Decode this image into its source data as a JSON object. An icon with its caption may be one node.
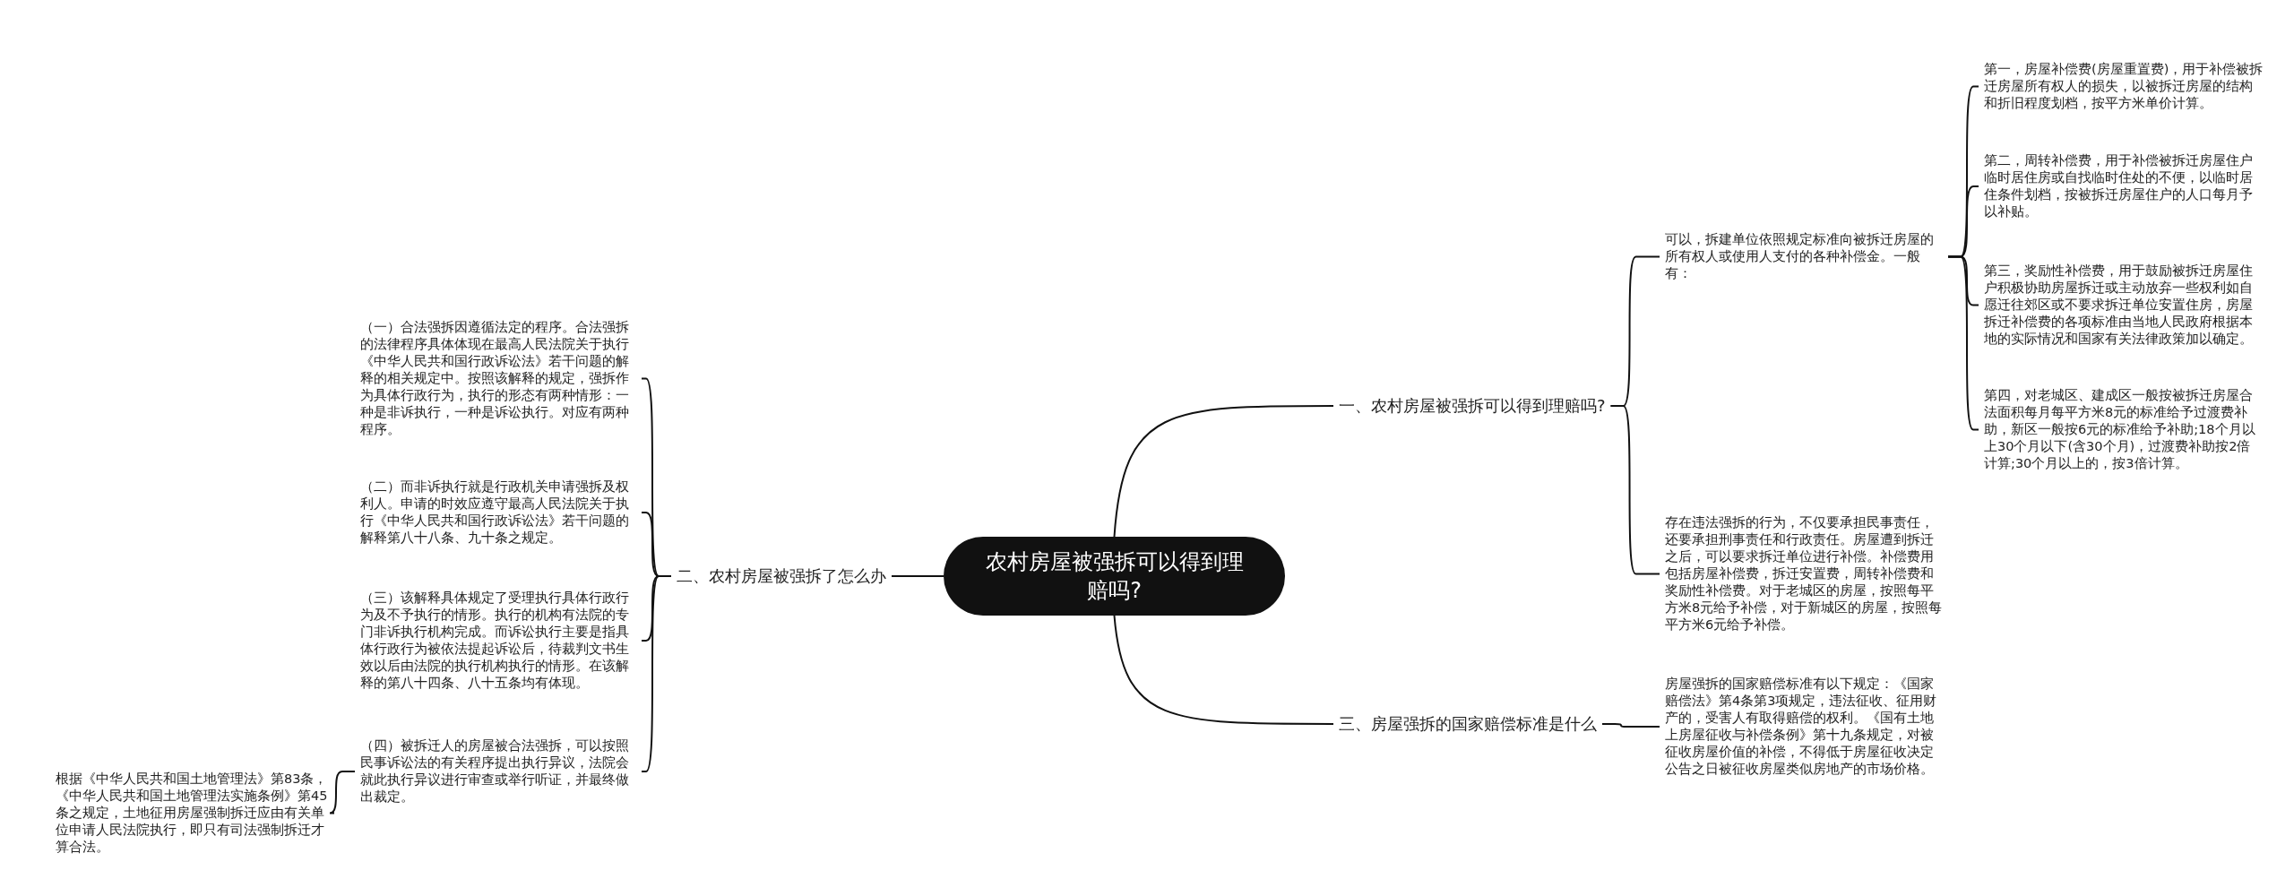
{
  "diagram": {
    "nodes": [
      {
        "text": [
          "农村房屋被强拆可以得到理赔吗?"
        ]
      },
      {
        "text": [
          "一、农村房屋被强拆可以得到理赔吗?"
        ]
      },
      {
        "text": [
          "可以，拆建单位依照规定标准向被拆迁房屋的所有权人或使用人支付的各种补偿金。一般有："
        ]
      },
      {
        "text": [
          "第一，房屋补偿费(房屋重置费)，用于补偿被拆迁房屋所有权人的损失，以被拆迁房屋的结构和折旧程度划档，按平方米单价计算。"
        ]
      },
      {
        "text": [
          "第二，周转补偿费，用于补偿被拆迁房屋住户临时居住房或自找临时住处的不便，以临时居住条件划档，按被拆迁房屋住户的人口每月予以补贴。"
        ]
      },
      {
        "text": [
          "第三，奖励性补偿费，用于鼓励被拆迁房屋住户积极协助房屋拆迁或主动放弃一些权利如自愿迁往郊区或不要求拆迁单位安置住房，房屋拆迁补偿费的各项标准由当地人民政府根据本地的实际情况和国家有关法律政策加以确定。"
        ]
      },
      {
        "text": [
          "第四，对老城区、建成区一般按被拆迁房屋合法面积每月每平方米8元的标准给予过渡费补助，新区一般按6元的标准给予补助;18个月以上30个月以下(含30个月)，过渡费补助按2倍计算;30个月以上的，按3倍计算。"
        ]
      },
      {
        "text": [
          "存在违法强拆的行为，不仅要承担民事责任，还要承担刑事责任和行政责任。房屋遭到拆迁之后，可以要求拆迁单位进行补偿。补偿费用包括房屋补偿费，拆迁安置费，周转补偿费和奖励性补偿费。对于老城区的房屋，按照每平方米8元给予补偿，对于新城区的房屋，按照每平方米6元给予补偿。"
        ]
      },
      {
        "text": [
          "二、农村房屋被强拆了怎么办"
        ]
      },
      {
        "text": [
          "（一）合法强拆因遵循法定的程序。合法强拆的法律程序具体体现在最高人民法院关于执行《中华人民共和国行政诉讼法》若干问题的解释的相关规定中。按照该解释的规定，强拆作为具体行政行为，执行的形态有两种情形：一种是非诉执行，一种是诉讼执行。对应有两种程序。"
        ]
      },
      {
        "text": [
          "（二）而非诉执行就是行政机关申请强拆及权利人。申请的时效应遵守最高人民法院关于执行《中华人民共和国行政诉讼法》若干问题的解释第八十八条、九十条之规定。"
        ]
      },
      {
        "text": [
          "（三）该解释具体规定了受理执行具体行政行为及不予执行的情形。执行的机构有法院的专门非诉执行机构完成。而诉讼执行主要是指具体行政行为被依法提起诉讼后，待裁判文书生效以后由法院的执行机构执行的情形。在该解释的第八十四条、八十五条均有体现。"
        ]
      },
      {
        "text": [
          "（四）被拆迁人的房屋被合法强拆，可以按照民事诉讼法的有关程序提出执行异议，法院会就此执行异议进行审查或举行听证，并最终做出裁定。"
        ]
      },
      {
        "text": [
          "根据《中华人民共和国土地管理法》第83条，《中华人民共和国土地管理法实施条例》第45 条之规定，土地征用房屋强制拆迁应由有关单位申请人民法院执行，即只有司法强制拆迁才算合法。"
        ]
      },
      {
        "text": [
          "三、房屋强拆的国家赔偿标准是什么"
        ]
      },
      {
        "text": [
          "房屋强拆的国家赔偿标准有以下规定：《国家赔偿法》第4条第3项规定，违法征收、征用财产的，受害人有取得赔偿的权利。《国有土地上房屋征收与补偿条例》第十九条规定，对被征收房屋价值的补偿，不得低于房屋征收决定公告之日被征收房屋类似房地产的市场价格。"
        ]
      }
    ],
    "edges": [
      {
        "from": 0,
        "to": 1,
        "arrow": "none"
      },
      {
        "from": 1,
        "to": 2,
        "arrow": "none"
      },
      {
        "from": 2,
        "to": 3,
        "arrow": "none"
      },
      {
        "from": 2,
        "to": 4,
        "arrow": "none"
      },
      {
        "from": 2,
        "to": 5,
        "arrow": "none"
      },
      {
        "from": 2,
        "to": 6,
        "arrow": "none"
      },
      {
        "from": 1,
        "to": 7,
        "arrow": "none"
      },
      {
        "from": 0,
        "to": 8,
        "arrow": "none"
      },
      {
        "from": 8,
        "to": 9,
        "arrow": "none"
      },
      {
        "from": 8,
        "to": 10,
        "arrow": "none"
      },
      {
        "from": 8,
        "to": 11,
        "arrow": "none"
      },
      {
        "from": 8,
        "to": 12,
        "arrow": "none"
      },
      {
        "from": 12,
        "to": 13,
        "arrow": "none"
      },
      {
        "from": 0,
        "to": 14,
        "arrow": "none"
      },
      {
        "from": 14,
        "to": 15,
        "arrow": "none"
      }
    ]
  }
}
